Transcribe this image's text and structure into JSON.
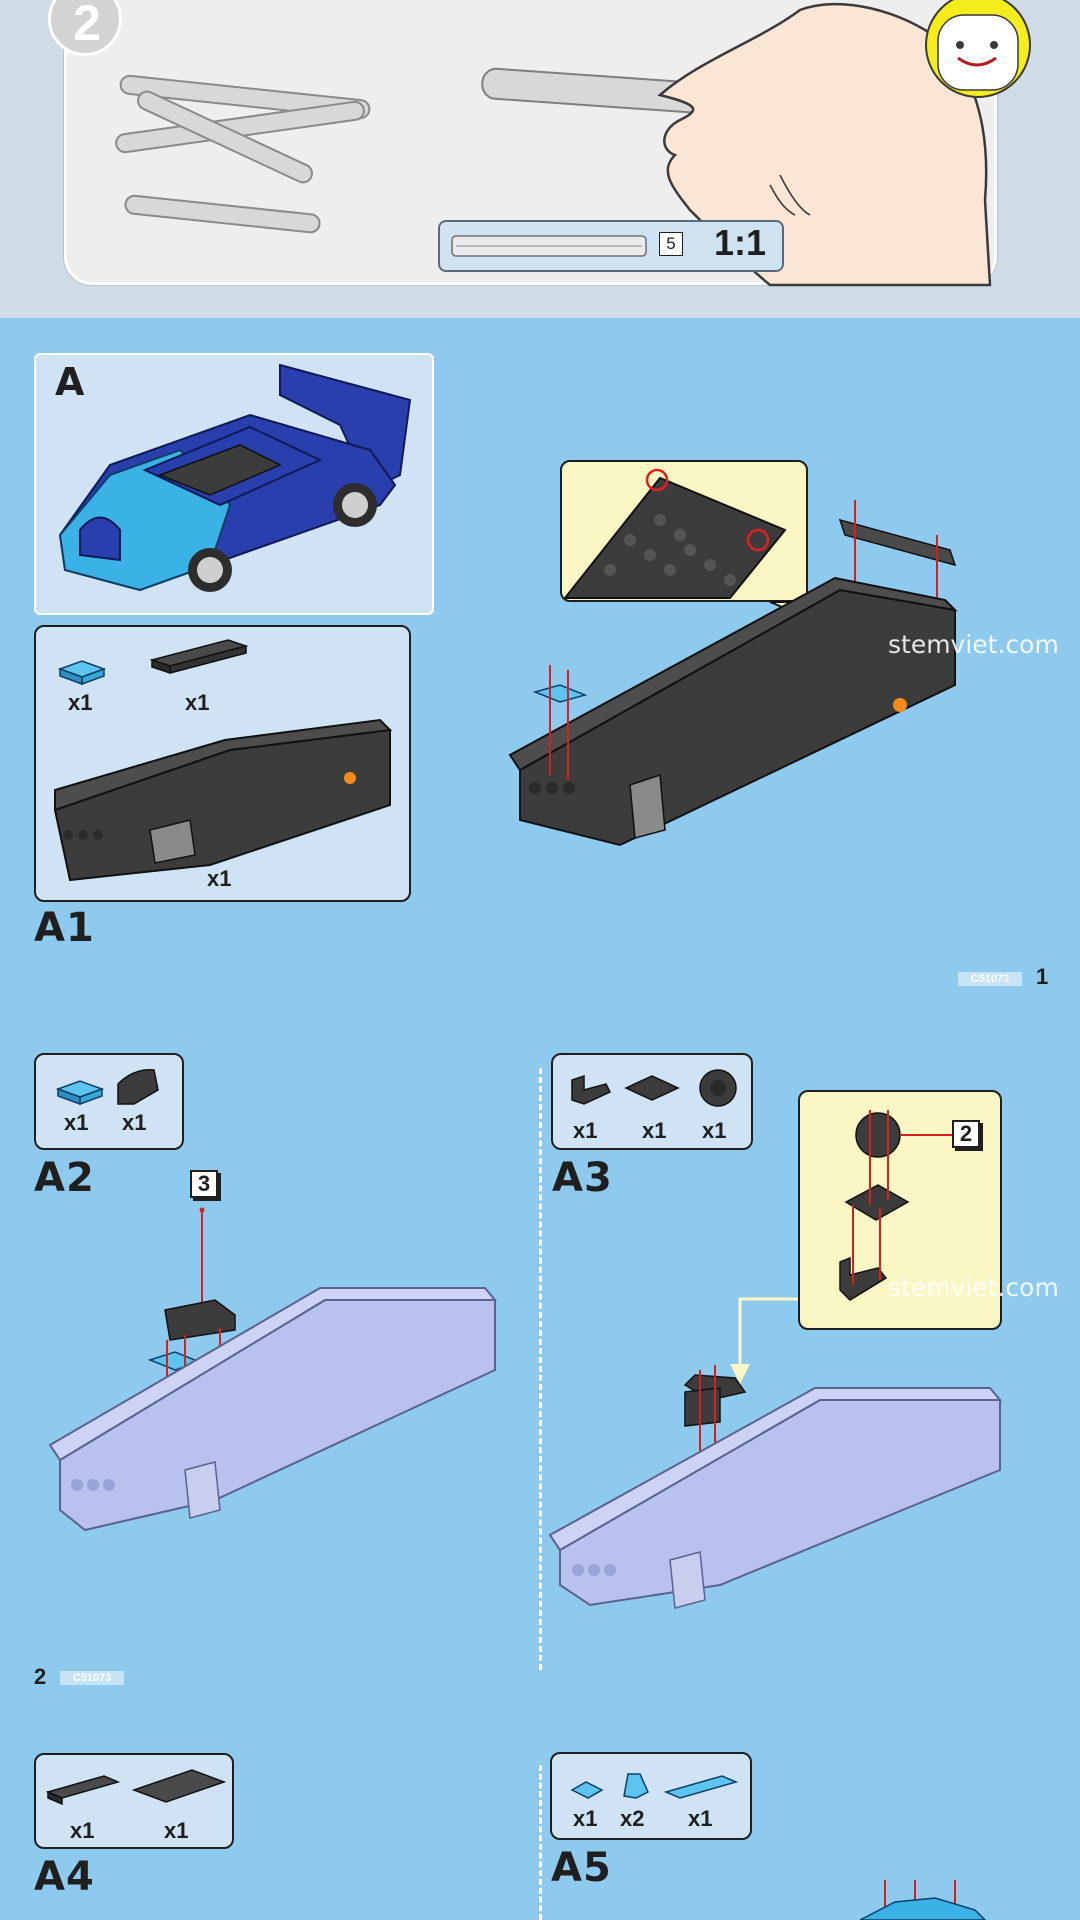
{
  "intro": {
    "step_number": "2",
    "scale_length": "5",
    "scale_ratio": "1:1"
  },
  "watermark": "stemviet.com",
  "page1": {
    "set_label": "A",
    "step_label": "A1",
    "parts": [
      {
        "qty": "x1"
      },
      {
        "qty": "x1"
      }
    ],
    "base_qty": "x1",
    "product_code": "C51073",
    "page_number": "1"
  },
  "page2": {
    "product_code": "C51073",
    "page_number": "2",
    "a2": {
      "step_label": "A2",
      "parts": [
        {
          "qty": "x1"
        },
        {
          "qty": "x1"
        }
      ],
      "callout_tag": "3"
    },
    "a3": {
      "step_label": "A3",
      "parts": [
        {
          "qty": "x1"
        },
        {
          "qty": "x1"
        },
        {
          "qty": "x1"
        }
      ],
      "callout_tag": "2"
    }
  },
  "page3": {
    "a4": {
      "step_label": "A4",
      "parts": [
        {
          "qty": "x1"
        },
        {
          "qty": "x1"
        }
      ]
    },
    "a5": {
      "step_label": "A5",
      "parts": [
        {
          "qty": "x1"
        },
        {
          "qty": "x2"
        },
        {
          "qty": "x1"
        }
      ]
    }
  },
  "colors": {
    "page_background": "#8ec9ee",
    "intro_background": "#cfdce6",
    "parts_box": "#cfe3f5",
    "callout": "#fbf7c4",
    "dark_brick": "#3c3c3c",
    "light_blue_brick": "#3bb2e6",
    "royal_blue_body": "#2a3fae",
    "ghost_brick": "#b9c2ee",
    "arrow_red": "#d62020"
  }
}
